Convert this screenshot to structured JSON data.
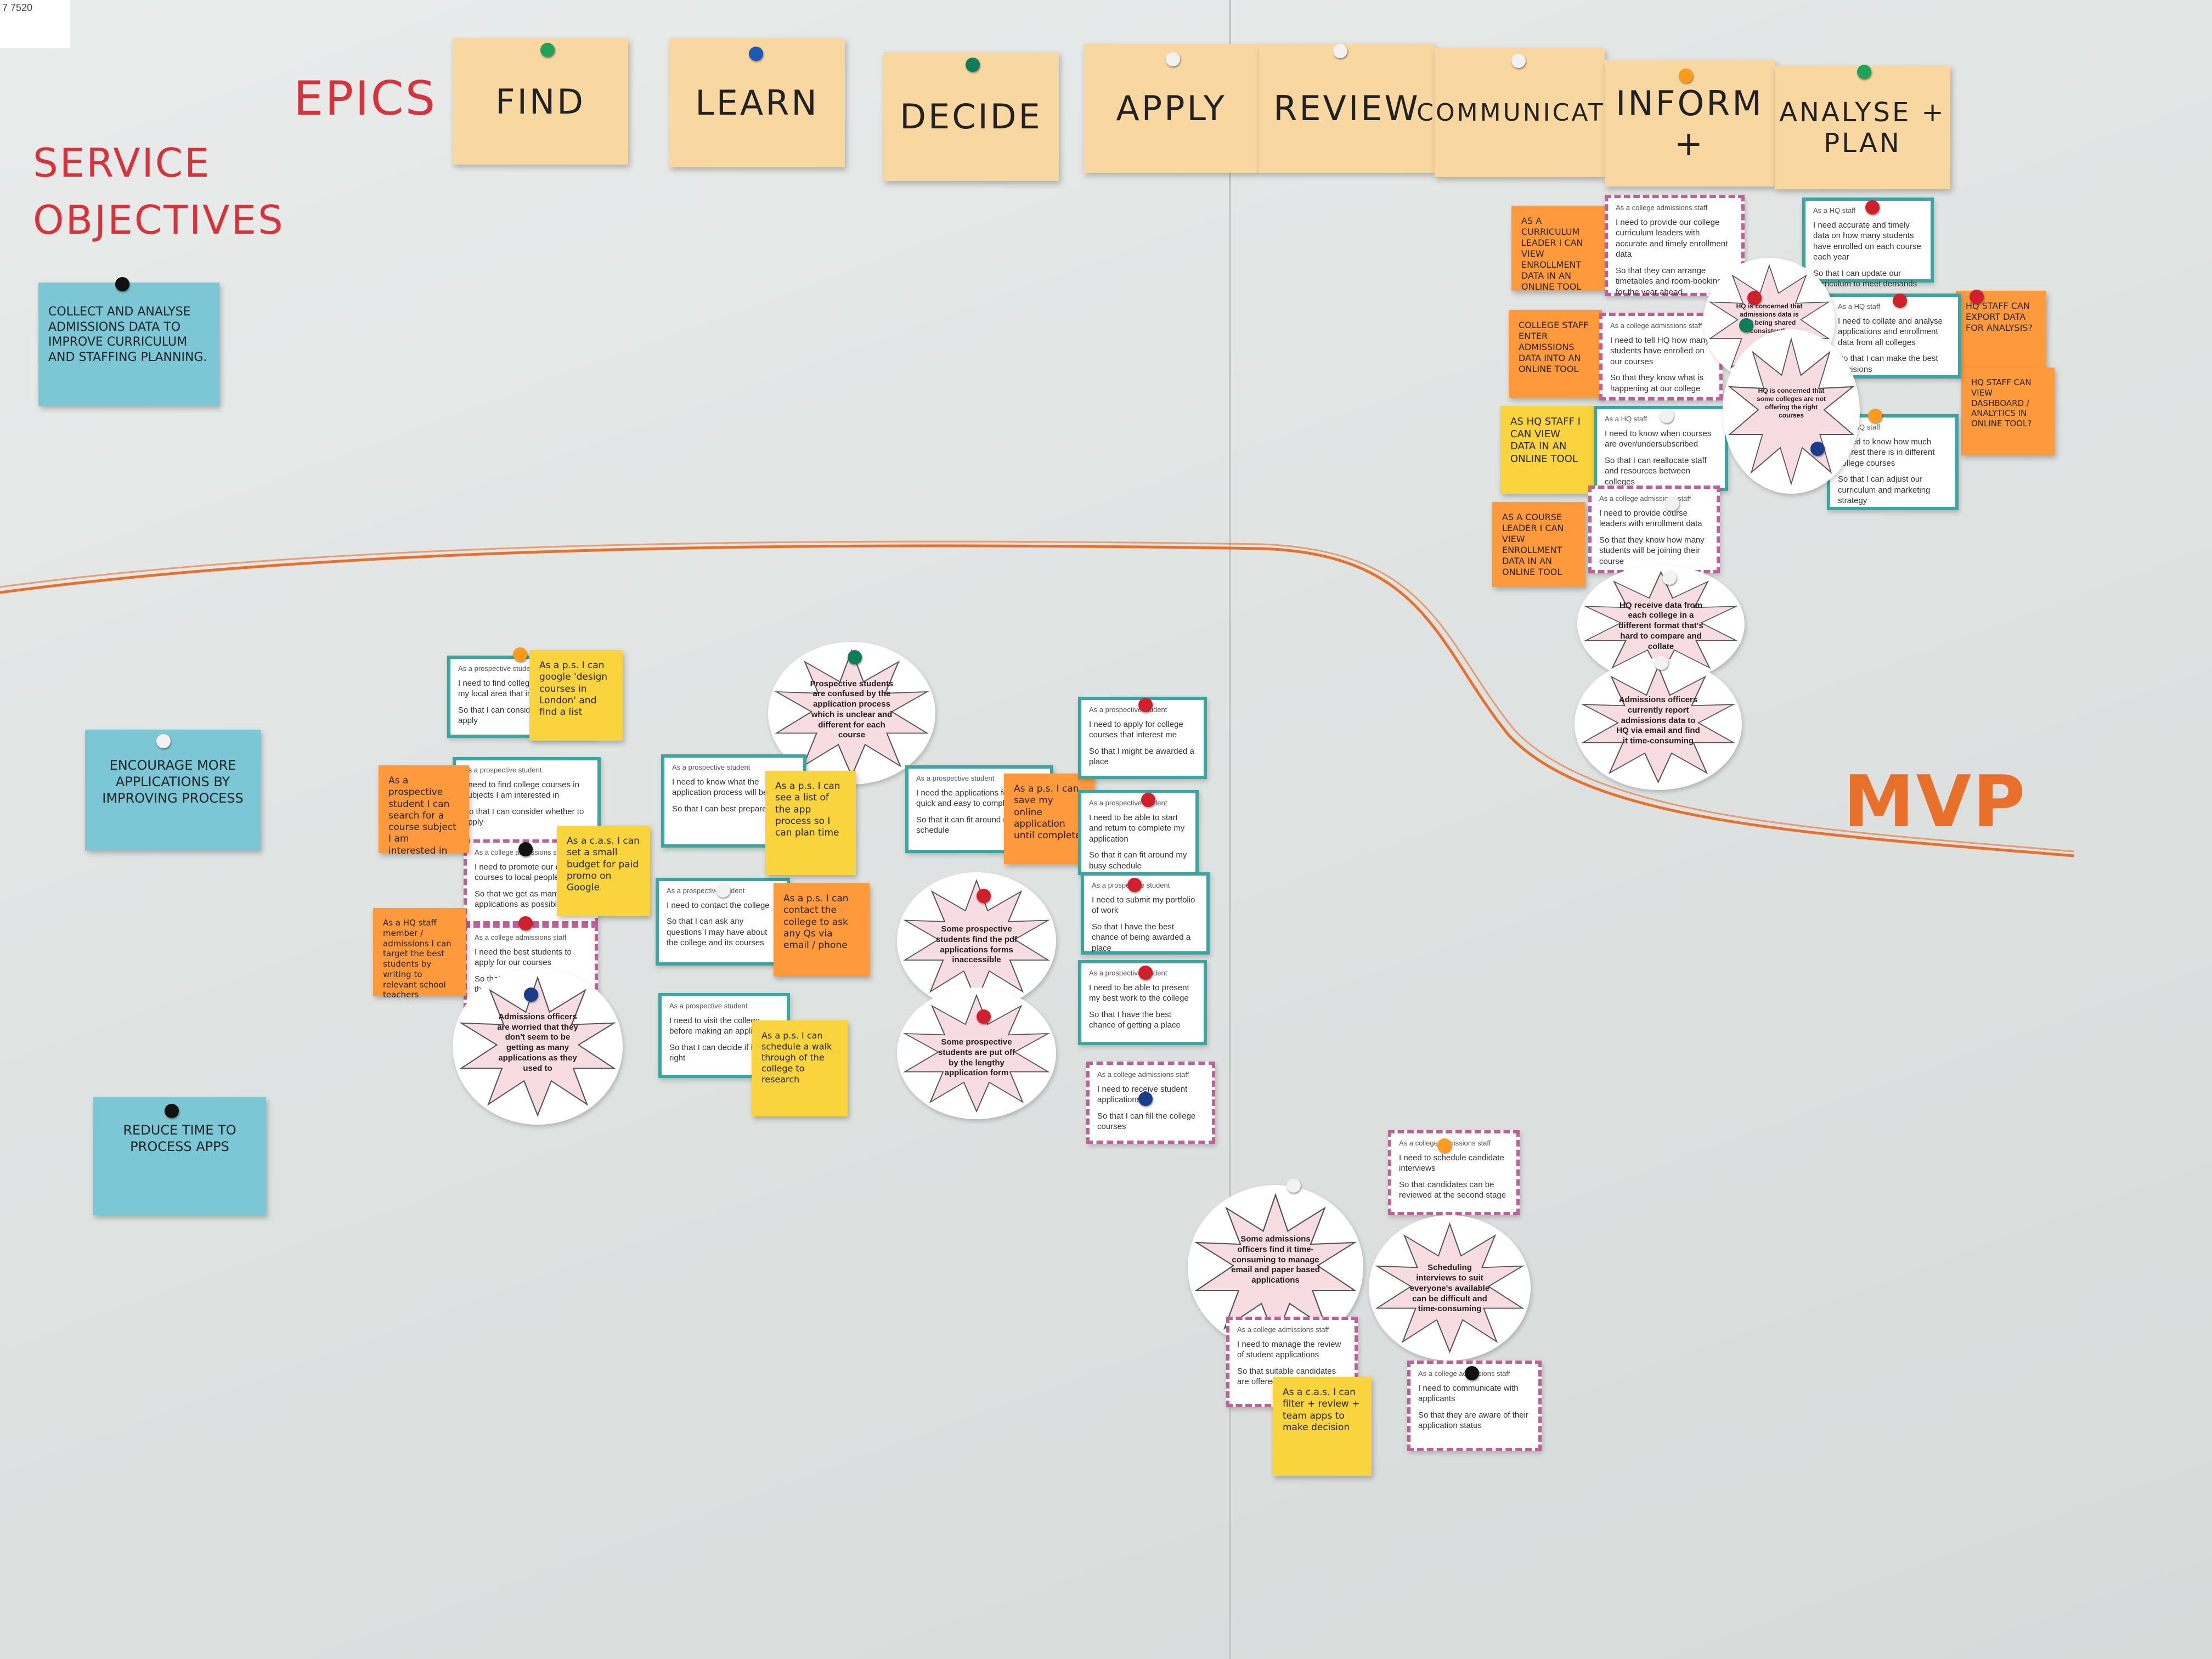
{
  "corner_label": "7 7520",
  "headers": {
    "epics": "EPICS",
    "service_objectives": "SERVICE OBJECTIVES",
    "mvp": "MVP"
  },
  "epic_cards": [
    "FIND",
    "LEARN",
    "DECIDE",
    "APPLY",
    "REVIEW",
    "COMMUNICATE",
    "INFORM +",
    "ANALYSE + PLAN"
  ],
  "objectives": [
    "COLLECT AND ANALYSE ADMISSIONS DATA TO IMPROVE CURRICULUM AND STAFFING PLANNING.",
    "ENCOURAGE MORE APPLICATIONS BY IMPROVING PROCESS",
    "REDUCE TIME TO PROCESS APPS"
  ],
  "stories": [
    {
      "role": "As a prospective student",
      "need": "I need to find college courses in my local area that interest me",
      "so": "So that I can consider whether to apply"
    },
    {
      "role": "As a prospective student",
      "need": "I need to find college courses in subjects I am interested in",
      "so": "So that I can consider whether to apply"
    },
    {
      "role": "As a college admissions staff",
      "need": "I need to promote our college courses to local people",
      "so": "So that we get as many applications as possible"
    },
    {
      "role": "As a college admissions staff",
      "need": "I need the best students to apply for our courses",
      "so": "So that our colleges achieve the best possible exam results"
    },
    {
      "role": "As a prospective student",
      "need": "I need to know what the application process will be",
      "so": "So that I can best prepare"
    },
    {
      "role": "As a prospective student",
      "need": "I need to contact the college",
      "so": "So that I can ask any questions I may have about the college and its courses"
    },
    {
      "role": "As a prospective student",
      "need": "I need to visit the college before making an application",
      "so": "So that I can decide if it is right"
    },
    {
      "role": "As a prospective student",
      "need": "I need the applications form to be quick and easy to complete",
      "so": "So that it can fit around my busy schedule"
    },
    {
      "role": "As a prospective student",
      "need": "I need to apply for college courses that interest me",
      "so": "So that I might be awarded a place"
    },
    {
      "role": "As a prospective student",
      "need": "I need to be able to start and return to complete my application",
      "so": "So that it can fit around my busy schedule"
    },
    {
      "role": "As a prospective student",
      "need": "I need to submit my portfolio of work",
      "so": "So that I have the best chance of being awarded a place"
    },
    {
      "role": "As a prospective student",
      "need": "I need to be able to present my best work to the college",
      "so": "So that I have the best chance of getting a place"
    },
    {
      "role": "As a college admissions staff",
      "need": "I need to receive student applications",
      "so": "So that I can fill the college courses"
    },
    {
      "role": "As a college admissions staff",
      "need": "I need to schedule candidate interviews",
      "so": "So that candidates can be reviewed at the second stage"
    },
    {
      "role": "As a college admissions staff",
      "need": "I need to manage the review of student applications",
      "so": "So that suitable candidates are offered an interview"
    },
    {
      "role": "As a college admissions staff",
      "need": "I need to communicate with applicants",
      "so": "So that they are aware of their application status"
    },
    {
      "role": "As a college admissions staff",
      "need": "I need to provide our college curriculum leaders with accurate and timely enrollment data",
      "so": "So that they can arrange timetables and room-bookings for the year ahead"
    },
    {
      "role": "As a college admissions staff",
      "need": "I need to tell HQ how many students have enrolled on our courses",
      "so": "So that they know what is happening at our college"
    },
    {
      "role": "As a HQ staff",
      "need": "I need to know when courses are over/undersubscribed",
      "so": "So that I can reallocate staff and resources between colleges"
    },
    {
      "role": "As a college admissions staff",
      "need": "I need to provide course leaders with enrollment data",
      "so": "So that they know how many students will be joining their course"
    },
    {
      "role": "As a HQ staff",
      "need": "I need accurate and timely data on how many students have enrolled on each course each year",
      "so": "So that I can update our curriculum to meet demands"
    },
    {
      "role": "As a HQ staff",
      "need": "I need to collate and analyse applications and enrollment data from all colleges",
      "so": "So that I can make the best decisions"
    },
    {
      "role": "As a HQ staff",
      "need": "I need to know how much interest there is in different college courses",
      "so": "So that I can adjust our curriculum and marketing strategy"
    }
  ],
  "pain_points": [
    "Prospective students are confused by the application process which is unclear and different for each course",
    "Some prospective students find the pdf applications forms inaccessible",
    "Some prospective students are put off by the lengthy application form",
    "Admissions officers are worried that they don't seem to be getting as many applications as they used to",
    "Some admissions officers find it time-consuming to manage email and paper based applications",
    "Scheduling interviews to suit everyone's available can be difficult and time-consuming",
    "HQ receive data from each college in a different format that's hard to compare and collate",
    "Admissions officers currently report admissions data to HQ via email and find it time-consuming",
    "HQ is concerned that admissions data is not being shared consistently",
    "HQ is concerned that some colleges are not offering the right courses"
  ],
  "sticky_notes": [
    "As a p.s. I can google 'design courses in London' and find a list",
    "As a prospective student I can search for a course subject I am interested in",
    "As a c.a.s. I can set a small budget for paid promo on Google",
    "As a HQ staff member / admissions I can target the best students by writing to relevant school teachers",
    "As a p.s. I can see a list of the app process so I can plan time",
    "As a p.s. I can contact the college to ask any Qs via email / phone",
    "As a p.s. I can schedule a walk through of the college to research",
    "As a p.s. I can save my online application until complete",
    "As a c.a.s. I can filter + review + team apps to make decision",
    "As a curriculum leader I can view enrollment data in an online tool",
    "College staff enter admissions data into an online tool",
    "As HQ staff I can view data in an online tool",
    "As a course leader I can view enrollment data in an online tool",
    "HQ staff can export data for analysis?",
    "HQ staff can view dashboard / analytics in online tool?"
  ],
  "colors": {
    "epic_card": "#f9d7a0",
    "blue_note": "#7cc7d6",
    "yellow_note": "#f9d43c",
    "orange_note": "#ff9a3c",
    "teal_border": "#3aa6a4",
    "pink_border": "#c0609a",
    "marker_red": "#d8323a",
    "marker_orange": "#e8702a"
  }
}
